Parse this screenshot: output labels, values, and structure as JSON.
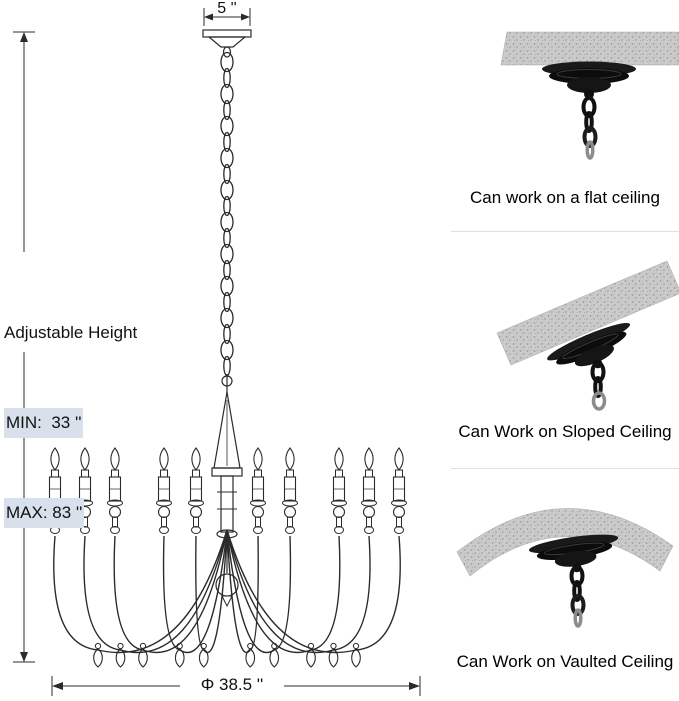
{
  "dimensions": {
    "canopy_width": "5 ''",
    "adjustable_height_label": "Adjustable Height",
    "min_height": "MIN:  33 ''",
    "max_height": "MAX: 83 ''",
    "diameter": "Φ 38.5 ''"
  },
  "installation": {
    "flat": {
      "caption": "Can work on a flat ceiling"
    },
    "sloped": {
      "caption": "Can Work on Sloped Ceiling"
    },
    "vaulted": {
      "caption": "Can Work on Vaulted Ceiling"
    }
  },
  "colors": {
    "line": "#2b2b2b",
    "fixture_black": "#121212",
    "slab_gray": "#cbcbcb",
    "divider": "#e0e0e0",
    "highlight": "#d7e0eb",
    "background": "#ffffff"
  }
}
